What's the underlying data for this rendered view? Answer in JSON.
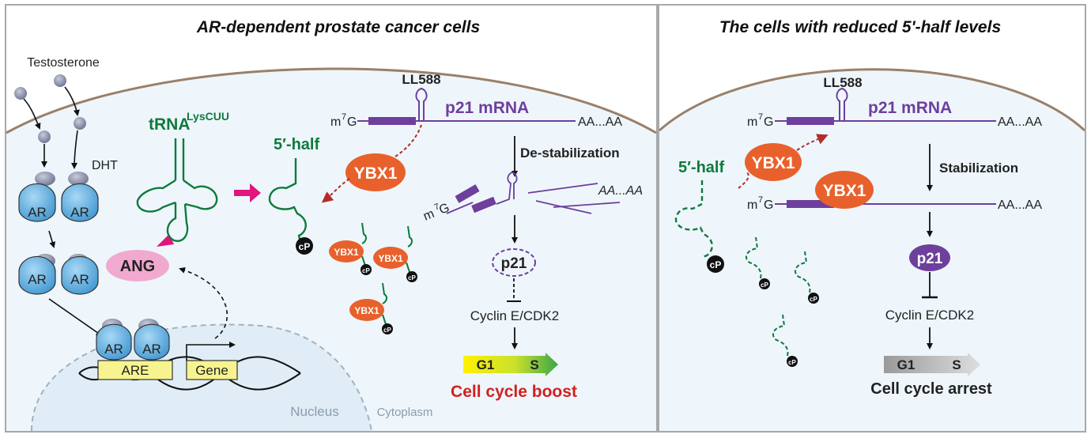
{
  "colors": {
    "cell_fill": "#eef6fb",
    "membrane": "#9a8069",
    "green": "#0f7a3c",
    "purple": "#6e3f9c",
    "orange": "#e8612c",
    "magenta": "#e0157f",
    "dark_red": "#b52a2a",
    "ar_blue": "#5aaee0",
    "ligand": "#8a8fa8",
    "ang_pink": "#f1a9cf",
    "boost_red": "#d32020"
  },
  "left": {
    "title": "AR-dependent prostate cancer cells",
    "testosterone": "Testosterone",
    "dht": "DHT",
    "ar": "AR",
    "are": "ARE",
    "gene": "Gene",
    "ang": "ANG",
    "trna": "tRNA",
    "trna_sup": "LysCUU",
    "five_half": "5′-half",
    "cp": "cP",
    "ybx1": "YBX1",
    "ll588": "LL588",
    "p21_mrna": "p21 mRNA",
    "m7g_m": "m",
    "m7g_7": "7",
    "m7g_g": "G",
    "polya": "AA...AA",
    "polya_frag": "AA...AA",
    "destab": "De-stabilization",
    "p21": "p21",
    "cyclin": "Cyclin E/CDK2",
    "g1": "G1",
    "s": "S",
    "outcome": "Cell cycle boost",
    "nucleus": "Nucleus",
    "cytoplasm": "Cytoplasm"
  },
  "right": {
    "title": "The cells with reduced 5'-half levels",
    "ll588": "LL588",
    "p21_mrna": "p21 mRNA",
    "m7g_m": "m",
    "m7g_7": "7",
    "m7g_g": "G",
    "polya": "AA...AA",
    "polya2": "AA...AA",
    "five_half": "5′-half",
    "ybx1": "YBX1",
    "ybx1_bound": "YBX1",
    "stab": "Stabilization",
    "p21": "p21",
    "cyclin": "Cyclin E/CDK2",
    "g1": "G1",
    "s": "S",
    "outcome": "Cell cycle arrest",
    "cp": "cP"
  }
}
